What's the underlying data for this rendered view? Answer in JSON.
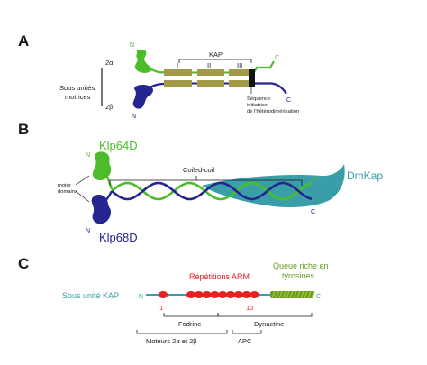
{
  "colors": {
    "green": "#4bbd2a",
    "navy": "#24258f",
    "teal": "#3a9ea8",
    "olive": "#a39a48",
    "red": "#e52222",
    "dark_green": "#6a9a1e"
  },
  "panel_a": {
    "letter": "A",
    "subunits_label_line1": "Sous unités",
    "subunits_label_line2": "motrices",
    "alpha_label": "2α",
    "beta_label": "2β",
    "n_label": "N",
    "c_label": "C",
    "kap_label": "KAP",
    "segment_labels": [
      "I",
      "II",
      "III"
    ],
    "heterodimer_note": [
      "Séquence",
      "initiatrice",
      "de l'hétérodimérisation"
    ]
  },
  "panel_b": {
    "letter": "B",
    "klp64d": "Klp64D",
    "klp68d": "Klp68D",
    "dmkap": "DmKap",
    "coiled_coil": "Coiled-coil",
    "motor_domains_line1": "motor",
    "motor_domains_line2": "domains",
    "n_label": "N",
    "c_label": "C"
  },
  "panel_c": {
    "letter": "C",
    "kap_subunit": "Sous unité KAP",
    "arm_repeats": "Répétitions ARM",
    "tyrosine_tail_line1": "Queue riche en",
    "tyrosine_tail_line2": "tyrosines",
    "n_label": "N",
    "c_label": "C",
    "repeat_first": "1",
    "repeat_last": "10",
    "arm_repeat_count": 10,
    "fodrine": "Fodrine",
    "dynactine": "Dynactine",
    "motors": "Moteurs 2α et 2β",
    "apc": "APC"
  }
}
